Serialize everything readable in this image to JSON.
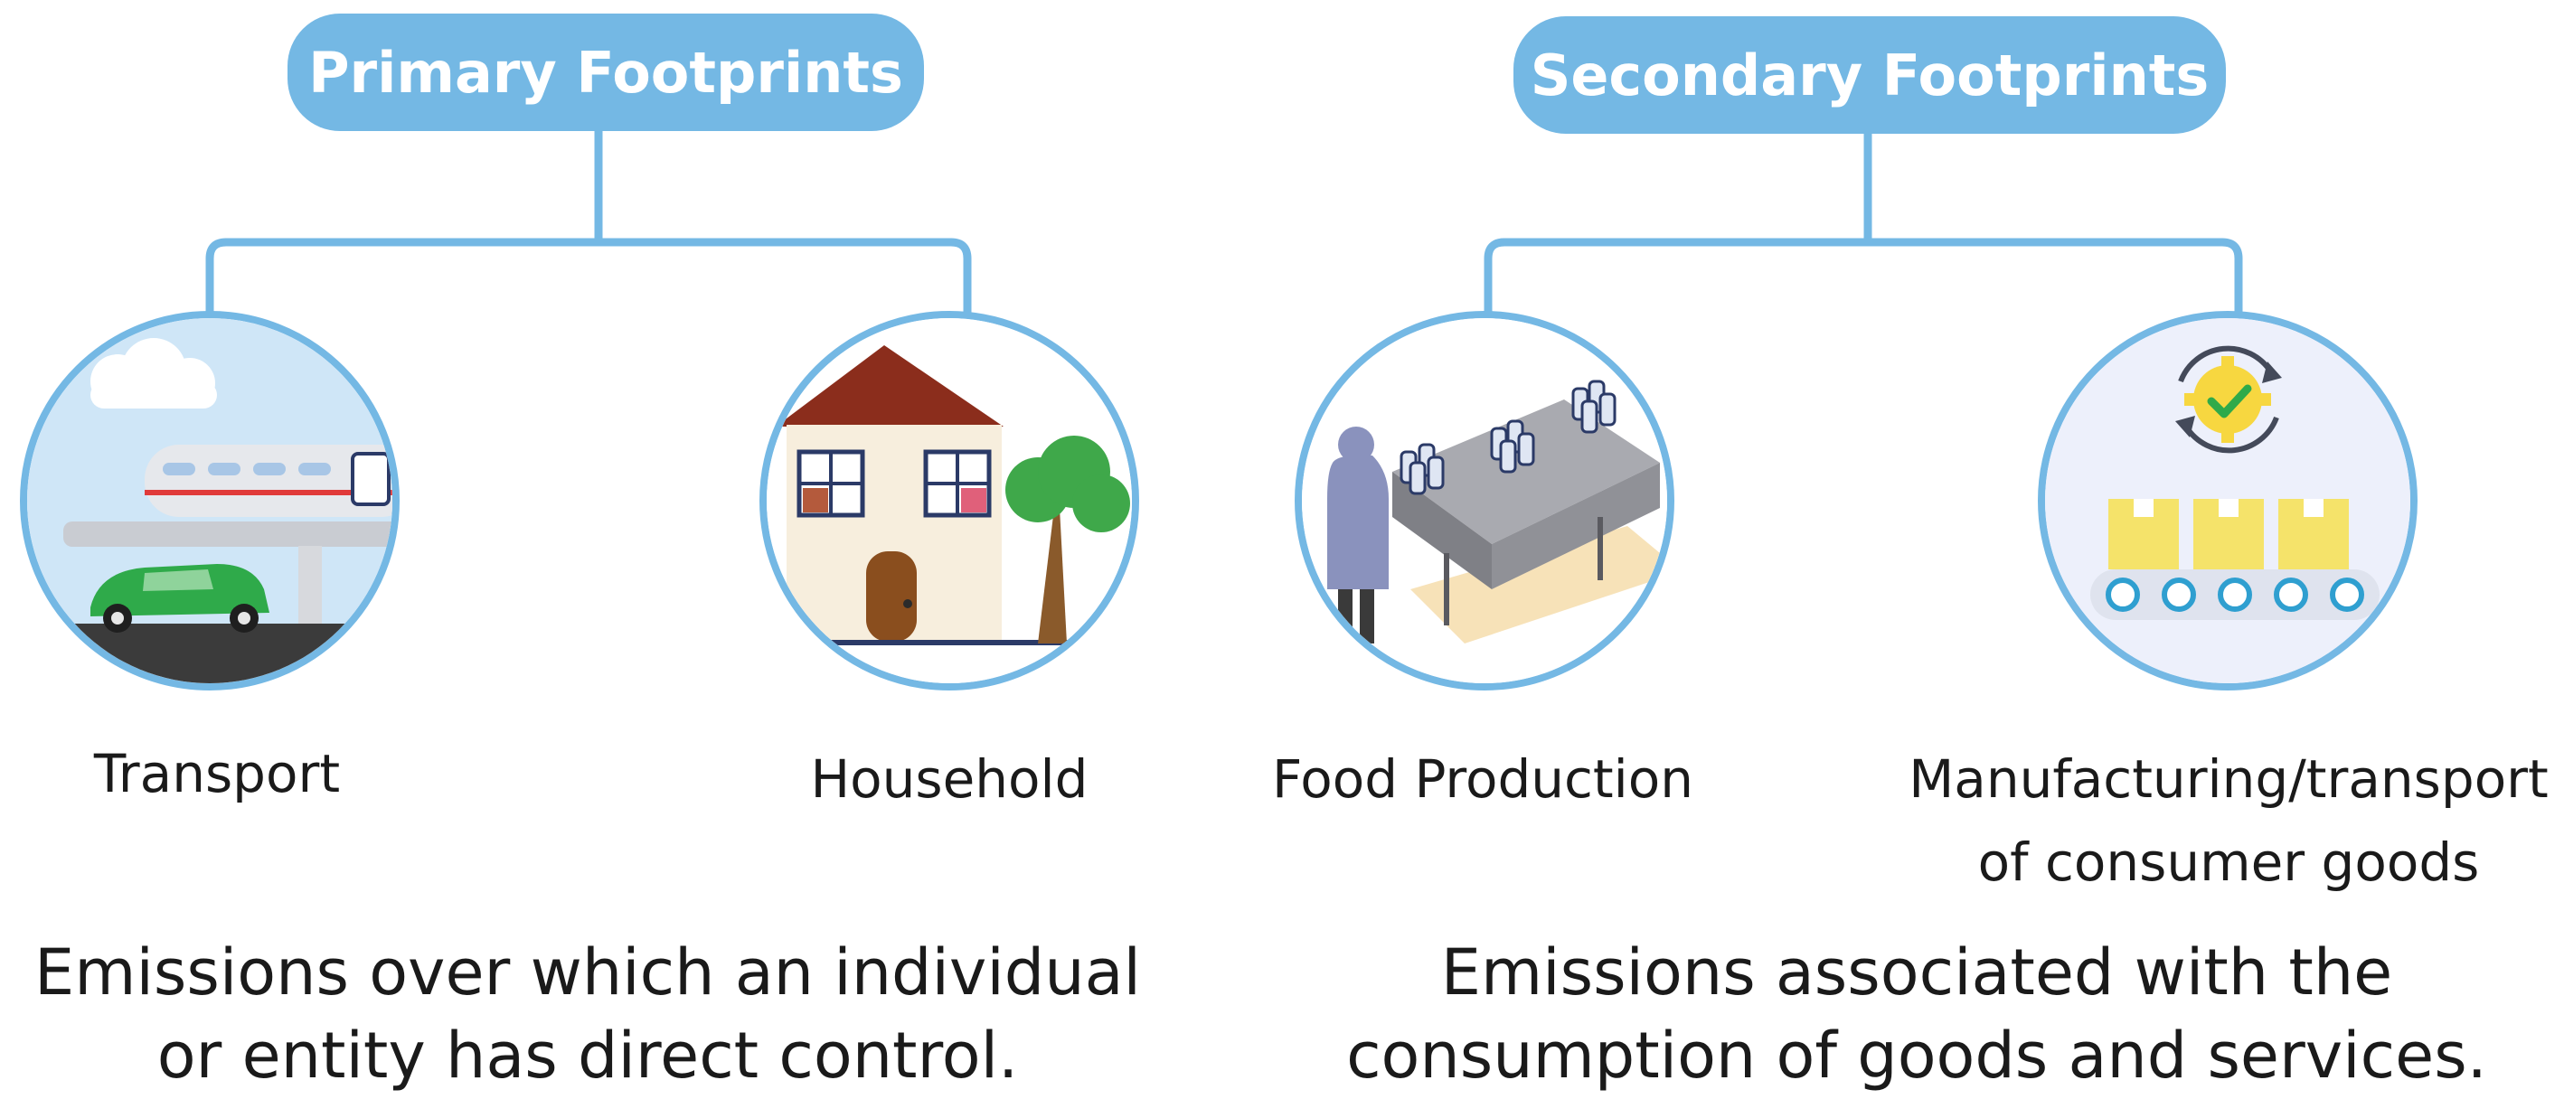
{
  "colors": {
    "accent": "#74b8e4",
    "text": "#1a1a1a",
    "pill_text": "#ffffff"
  },
  "groups": [
    {
      "title": "Primary Footprints",
      "items": [
        {
          "label": "Transport",
          "icon": "transport-scene-icon"
        },
        {
          "label": "Household",
          "icon": "house-scene-icon"
        }
      ],
      "description_lines": [
        "Emissions over which an individual",
        "or entity has direct control."
      ]
    },
    {
      "title": "Secondary Footprints",
      "items": [
        {
          "label": "Food Production",
          "icon": "food-production-scene-icon"
        },
        {
          "label_lines": [
            "Manufacturing/transport",
            "of consumer goods"
          ],
          "icon": "manufacturing-scene-icon"
        }
      ],
      "description_lines": [
        "Emissions associated with the",
        "consumption of goods and services."
      ]
    }
  ]
}
